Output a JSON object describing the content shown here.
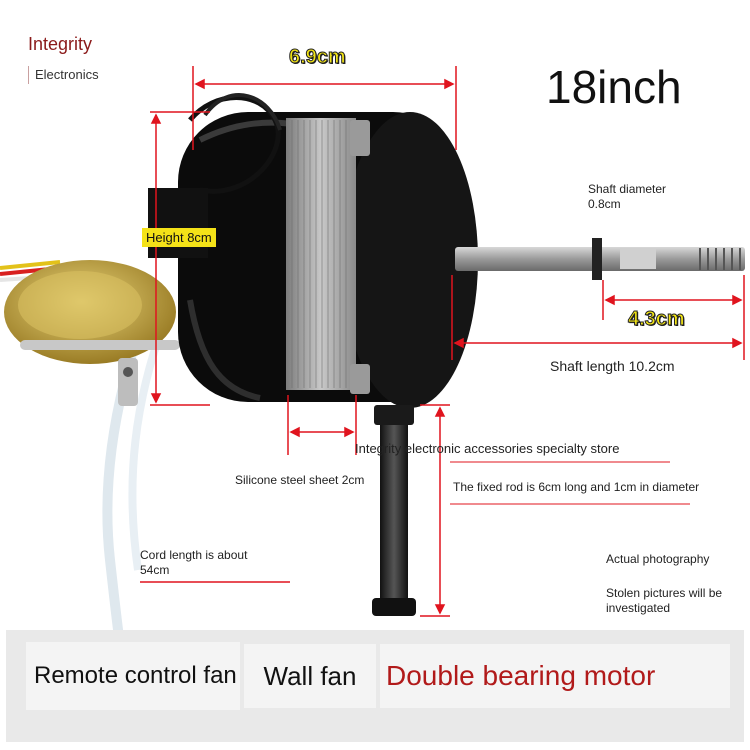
{
  "brand": {
    "name": "Integrity",
    "sub": "Electronics"
  },
  "size_label": "18inch",
  "dimensions": {
    "body_width": "6.9cm",
    "height": "Height 8cm",
    "shaft_diameter": "Shaft diameter\n0.8cm",
    "shaft_tip": "4.3cm",
    "shaft_length": "Shaft length 10.2cm",
    "silicone_sheet": "Silicone steel sheet 2cm",
    "fixed_rod": "The fixed rod is 6cm long and 1cm in diameter",
    "cord_length": "Cord length is about\n54cm"
  },
  "store_name": "Integrity electronic accessories specialty store",
  "notes": {
    "actual": "Actual photography",
    "stolen": "Stolen pictures will be\ninvestigated"
  },
  "features": [
    "Remote control fan",
    "Wall fan",
    "Double bearing motor"
  ],
  "colors": {
    "accent_red": "#b11a1a",
    "dimension_red": "#e0141e",
    "label_yellow": "#f4e218"
  }
}
